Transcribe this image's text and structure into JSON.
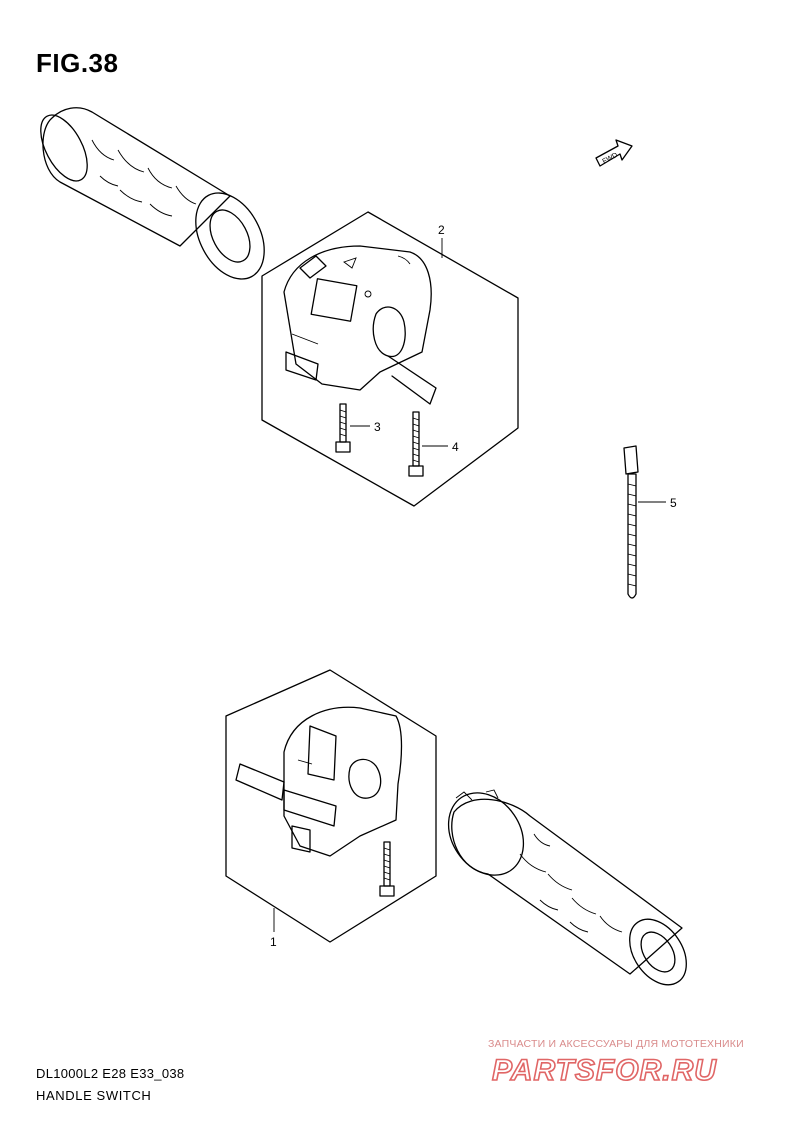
{
  "figure": {
    "title": "FIG.38"
  },
  "footer": {
    "model_code": "DL1000L2 E28 E33_038",
    "section_name": "HANDLE SWITCH"
  },
  "fwd_marker": {
    "label": "FWD"
  },
  "callouts": [
    {
      "ref": "1"
    },
    {
      "ref": "2"
    },
    {
      "ref": "3"
    },
    {
      "ref": "4"
    },
    {
      "ref": "5"
    }
  ],
  "watermark": {
    "tagline": "ЗАПЧАСТИ И АКСЕССУАРЫ ДЛЯ МОТОТЕХНИКИ",
    "brand": "PARTSFOR.RU",
    "color": "#e06666"
  }
}
